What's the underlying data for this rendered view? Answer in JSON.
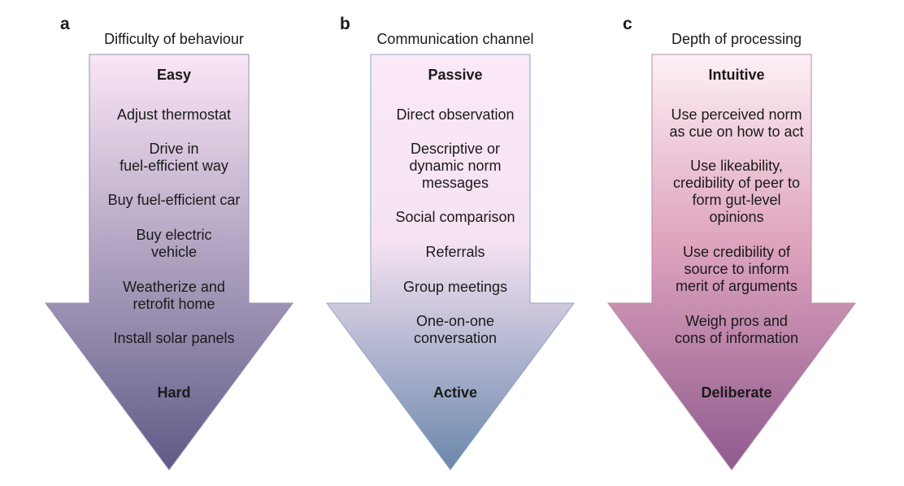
{
  "panels": [
    {
      "letter": "a",
      "title": "Difficulty of behaviour",
      "top_label": "Easy",
      "bottom_label": "Hard",
      "items": [
        "Adjust thermostat",
        "Drive in\nfuel-efficient way",
        "Buy fuel-efficient car",
        "Buy electric\nvehicle",
        "Weatherize and\nretrofit home",
        "Install solar panels"
      ],
      "colors": {
        "top": "#fbe6f6",
        "bottom": "#5f5a86"
      }
    },
    {
      "letter": "b",
      "title": "Communication channel",
      "top_label": "Passive",
      "bottom_label": "Active",
      "items": [
        "Direct observation",
        "Descriptive or\ndynamic norm\nmessages",
        "Social comparison",
        "Referrals",
        "Group meetings",
        "One-on-one\nconversation"
      ],
      "colors": {
        "top": "#fbe9f7",
        "bottom": "#6a87ab"
      }
    },
    {
      "letter": "c",
      "title": "Depth of processing",
      "top_label": "Intuitive",
      "bottom_label": "Deliberate",
      "items": [
        "Use perceived norm\nas cue on how to act",
        "Use likeability,\ncredibility of peer to\nform gut-level\nopinions",
        "Use credibility of\nsource to inform\nmerit of arguments",
        "Weigh pros and\ncons of information"
      ],
      "colors": {
        "top": "#fdf0f6",
        "bottom": "#8e5a8e"
      }
    }
  ]
}
